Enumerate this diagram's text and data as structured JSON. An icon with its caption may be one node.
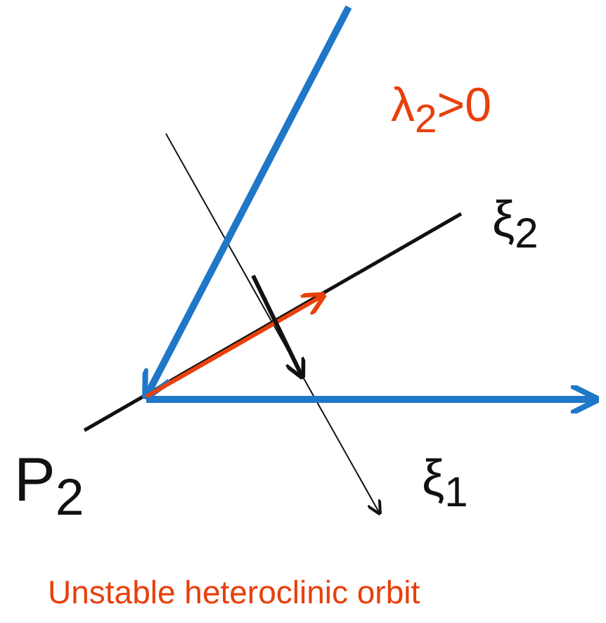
{
  "diagram": {
    "caption": "Unstable heteroclinic orbit",
    "labels": [
      "λ$_{2}$>0",
      "ξ$_{2}$",
      "P$_{2}$",
      "ξ$_{1}$"
    ]
  }
}
